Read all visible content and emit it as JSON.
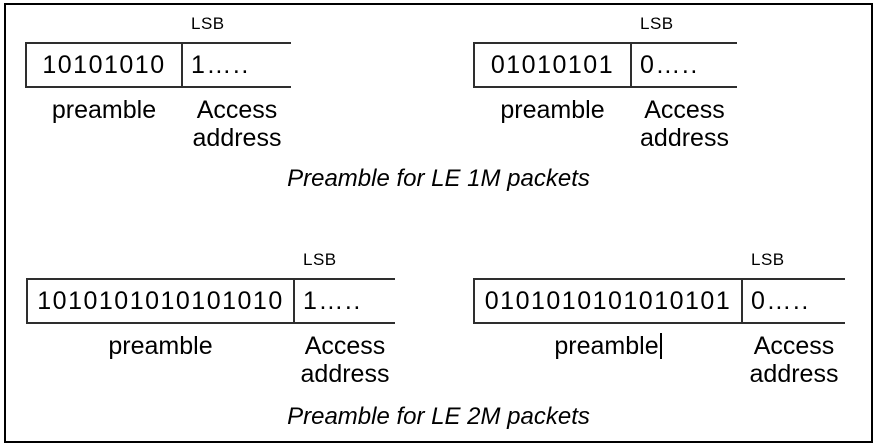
{
  "figure": {
    "diagrams": [
      {
        "lsb": "LSB",
        "preamble_bits": "10101010",
        "access_bits": "1…..",
        "preamble_label": "preamble",
        "access_label_line1": "Access",
        "access_label_line2": "address"
      },
      {
        "lsb": "LSB",
        "preamble_bits": "01010101",
        "access_bits": "0…..",
        "preamble_label": "preamble",
        "access_label_line1": "Access",
        "access_label_line2": "address"
      },
      {
        "lsb": "LSB",
        "preamble_bits": "1010101010101010",
        "access_bits": "1…..",
        "preamble_label": "preamble",
        "access_label_line1": "Access",
        "access_label_line2": "address"
      },
      {
        "lsb": "LSB",
        "preamble_bits": "0101010101010101",
        "access_bits": "0…..",
        "preamble_label": "preamble",
        "access_label_line1": "Access",
        "access_label_line2": "address"
      }
    ],
    "captions": [
      {
        "text": "Preamble for LE 1M packets"
      },
      {
        "text": "Preamble for LE 2M packets"
      }
    ],
    "colors": {
      "text": "#000000",
      "box_border": "#2e2e2e",
      "frame_border": "#000000",
      "background": "#ffffff"
    }
  }
}
